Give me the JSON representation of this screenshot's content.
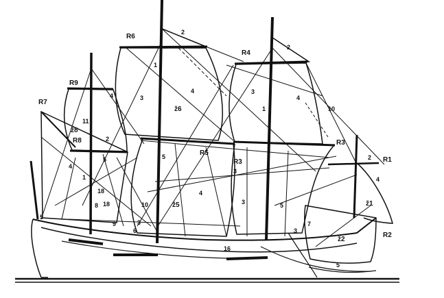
{
  "labels": {
    "R1": "R1",
    "R2": "R2",
    "R3": "R3",
    "R4": "R4",
    "R5": "R5",
    "R6": "R6",
    "R7": "R7",
    "R8": "R8",
    "R9": "R9",
    "z1": "ž1",
    "z2": "ž2",
    "z5": "ž5",
    "z6": "ž6",
    "z8": "ž8",
    "n1": "1",
    "n2": "2",
    "n3": "3",
    "n4": "4",
    "n5": "5",
    "n6": "6",
    "n7": "7",
    "n8": "8",
    "n9": "9",
    "n10": "10",
    "n11": "11",
    "n16": "16",
    "n18": "18"
  }
}
